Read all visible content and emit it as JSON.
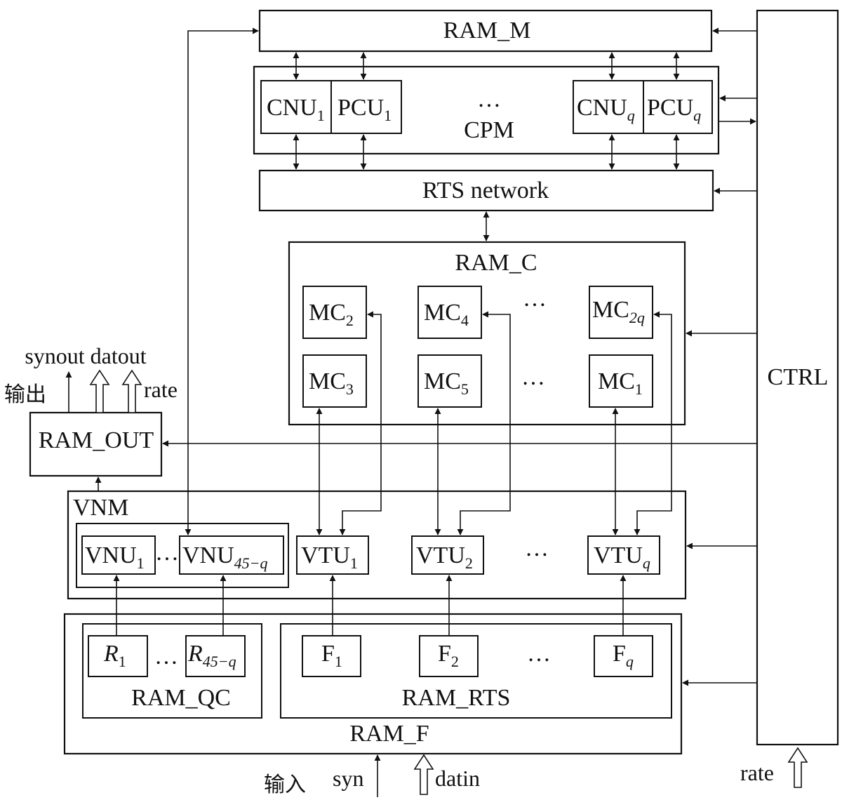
{
  "blocks": {
    "ram_m": "RAM_M",
    "cpm": "CPM",
    "cnu": "CNU",
    "pcu": "PCU",
    "rts_network": "RTS network",
    "ram_c": "RAM_C",
    "mc": "MC",
    "ctrl": "CTRL",
    "ram_out": "RAM_OUT",
    "vnm": "VNM",
    "vnu": "VNU",
    "vtu": "VTU",
    "ram_f": "RAM_F",
    "ram_qc": "RAM_QC",
    "ram_rts": "RAM_RTS",
    "r": "R",
    "f": "F"
  },
  "subscripts": {
    "one": "1",
    "two": "2",
    "three": "3",
    "four": "4",
    "five": "5",
    "q": "q",
    "two_q": "2q",
    "forty_five_minus_q": "45−q"
  },
  "ellipsis": "…",
  "signals": {
    "synout_datout": "synout datout",
    "output_cn": "输出",
    "rate": "rate",
    "input_cn": "输入",
    "syn": "syn",
    "datin": "datin",
    "rate_in": "rate"
  }
}
